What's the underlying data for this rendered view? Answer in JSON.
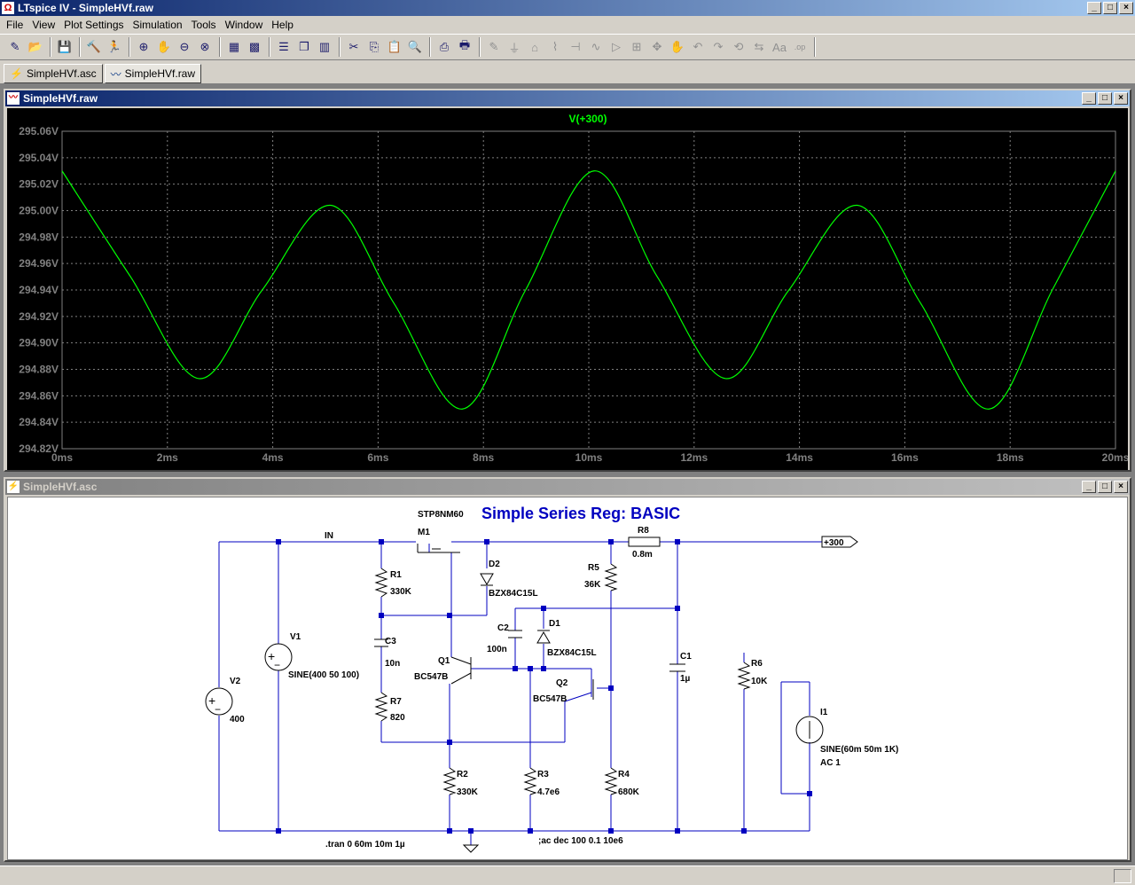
{
  "window": {
    "title": "LTspice IV - SimpleHVf.raw",
    "icon": "ltspice-icon"
  },
  "menu": [
    "File",
    "View",
    "Plot Settings",
    "Simulation",
    "Tools",
    "Window",
    "Help"
  ],
  "toolbar": {
    "buttons": [
      {
        "name": "new-schematic-icon",
        "glyph": "✎"
      },
      {
        "name": "open-icon",
        "glyph": "📂"
      },
      {
        "name": "save-icon",
        "glyph": "💾"
      },
      {
        "name": "control-panel-icon",
        "glyph": "🔨"
      },
      {
        "name": "run-icon",
        "glyph": "🏃"
      },
      {
        "name": "zoom-in-icon",
        "glyph": "⊕"
      },
      {
        "name": "pan-icon",
        "glyph": "✋"
      },
      {
        "name": "zoom-out-icon",
        "glyph": "⊖"
      },
      {
        "name": "zoom-cancel-icon",
        "glyph": "⊗"
      },
      {
        "name": "autorange-icon",
        "glyph": "▦"
      },
      {
        "name": "fit-icon",
        "glyph": "▩"
      },
      {
        "name": "tile-horizontal-icon",
        "glyph": "☰"
      },
      {
        "name": "cascade-icon",
        "glyph": "❐"
      },
      {
        "name": "tile-vertical-icon",
        "glyph": "▥"
      },
      {
        "name": "cut-icon",
        "glyph": "✂"
      },
      {
        "name": "copy-icon",
        "glyph": "⎘"
      },
      {
        "name": "paste-icon",
        "glyph": "📋"
      },
      {
        "name": "find-icon",
        "glyph": "🔍"
      },
      {
        "name": "print-preview-icon",
        "glyph": "⎙"
      },
      {
        "name": "print-icon",
        "glyph": "🖶"
      },
      {
        "name": "wire-icon",
        "glyph": "✎",
        "disabled": true
      },
      {
        "name": "ground-icon",
        "glyph": "⏚",
        "disabled": true
      },
      {
        "name": "label-icon",
        "glyph": "⌂",
        "disabled": true
      },
      {
        "name": "resistor-icon",
        "glyph": "⌇",
        "disabled": true
      },
      {
        "name": "capacitor-icon",
        "glyph": "⊣",
        "disabled": true
      },
      {
        "name": "inductor-icon",
        "glyph": "∿",
        "disabled": true
      },
      {
        "name": "diode-icon",
        "glyph": "▷",
        "disabled": true
      },
      {
        "name": "component-icon",
        "glyph": "⊞",
        "disabled": true
      },
      {
        "name": "move-icon",
        "glyph": "✥",
        "disabled": true
      },
      {
        "name": "drag-icon",
        "glyph": "✋",
        "disabled": true
      },
      {
        "name": "undo-icon",
        "glyph": "↶",
        "disabled": true
      },
      {
        "name": "redo-icon",
        "glyph": "↷",
        "disabled": true
      },
      {
        "name": "rotate-icon",
        "glyph": "⟲",
        "disabled": true
      },
      {
        "name": "mirror-icon",
        "glyph": "⇆",
        "disabled": true
      },
      {
        "name": "text-icon",
        "glyph": "Aa",
        "disabled": true
      },
      {
        "name": "spice-directive-icon",
        "glyph": ".op",
        "disabled": true
      }
    ]
  },
  "tabs": [
    {
      "label": "SimpleHVf.asc",
      "icon": "schematic-icon"
    },
    {
      "label": "SimpleHVf.raw",
      "icon": "waveform-icon"
    }
  ],
  "plot_window": {
    "title": "SimpleHVf.raw",
    "trace_label": "V(+300)",
    "trace_color": "#00ff00",
    "axis_color": "#808080"
  },
  "chart_data": {
    "type": "line",
    "title": "V(+300)",
    "xlabel": "",
    "ylabel": "",
    "xlim": [
      0,
      20
    ],
    "ylim": [
      294.82,
      295.06
    ],
    "x_tick_labels": [
      "0ms",
      "2ms",
      "4ms",
      "6ms",
      "8ms",
      "10ms",
      "12ms",
      "14ms",
      "16ms",
      "18ms",
      "20ms"
    ],
    "y_tick_labels": [
      "294.82V",
      "294.84V",
      "294.86V",
      "294.88V",
      "294.90V",
      "294.92V",
      "294.94V",
      "294.96V",
      "294.98V",
      "295.00V",
      "295.02V",
      "295.04V",
      "295.06V"
    ],
    "grid": true,
    "series": [
      {
        "name": "V(+300)",
        "color": "#00ff00",
        "x": [
          0,
          1.3,
          2.6,
          3.8,
          5.1,
          6.3,
          7.6,
          8.8,
          10.1,
          11.3,
          12.6,
          13.8,
          15.1,
          16.3,
          17.6,
          18.8,
          20
        ],
        "y": [
          295.03,
          294.95,
          294.873,
          294.94,
          295.004,
          294.93,
          294.85,
          294.94,
          295.03,
          294.95,
          294.873,
          294.94,
          295.004,
          294.93,
          294.85,
          294.94,
          295.03
        ]
      }
    ]
  },
  "schematic_window": {
    "title": "SimpleHVf.asc",
    "heading": "Simple Series Reg: BASIC",
    "labels": {
      "in_net": "IN",
      "out_net": "+300",
      "m1_model": "STP8NM60",
      "m1_name": "M1",
      "d2_name": "D2",
      "d2_model": "BZX84C15L",
      "r8_name": "R8",
      "r8_value": "0.8m",
      "r5_name": "R5",
      "r5_value": "36K",
      "r1_name": "R1",
      "r1_value": "330K",
      "c3_name": "C3",
      "c3_value": "10n",
      "c2_name": "C2",
      "c2_value": "100n",
      "d1_name": "D1",
      "d1_model": "BZX84C15L",
      "q1_name": "Q1",
      "q1_model": "BC547B",
      "q2_name": "Q2",
      "q2_model": "BC547B",
      "v1_name": "V1",
      "v1_value": "SINE(400 50 100)",
      "v2_name": "V2",
      "v2_value": "400",
      "r7_name": "R7",
      "r7_value": "820",
      "c1_name": "C1",
      "c1_value": "1µ",
      "r6_name": "R6",
      "r6_value": "10K",
      "i1_name": "I1",
      "i1_value": "SINE(60m 50m 1K)",
      "i1_ac": "AC 1",
      "r2_name": "R2",
      "r2_value": "330K",
      "r3_name": "R3",
      "r3_value": "4.7e6",
      "r4_name": "R4",
      "r4_value": "680K",
      "tran_directive": ".tran 0 60m 10m 1µ",
      "ac_directive": ";ac dec 100 0.1 10e6"
    }
  }
}
